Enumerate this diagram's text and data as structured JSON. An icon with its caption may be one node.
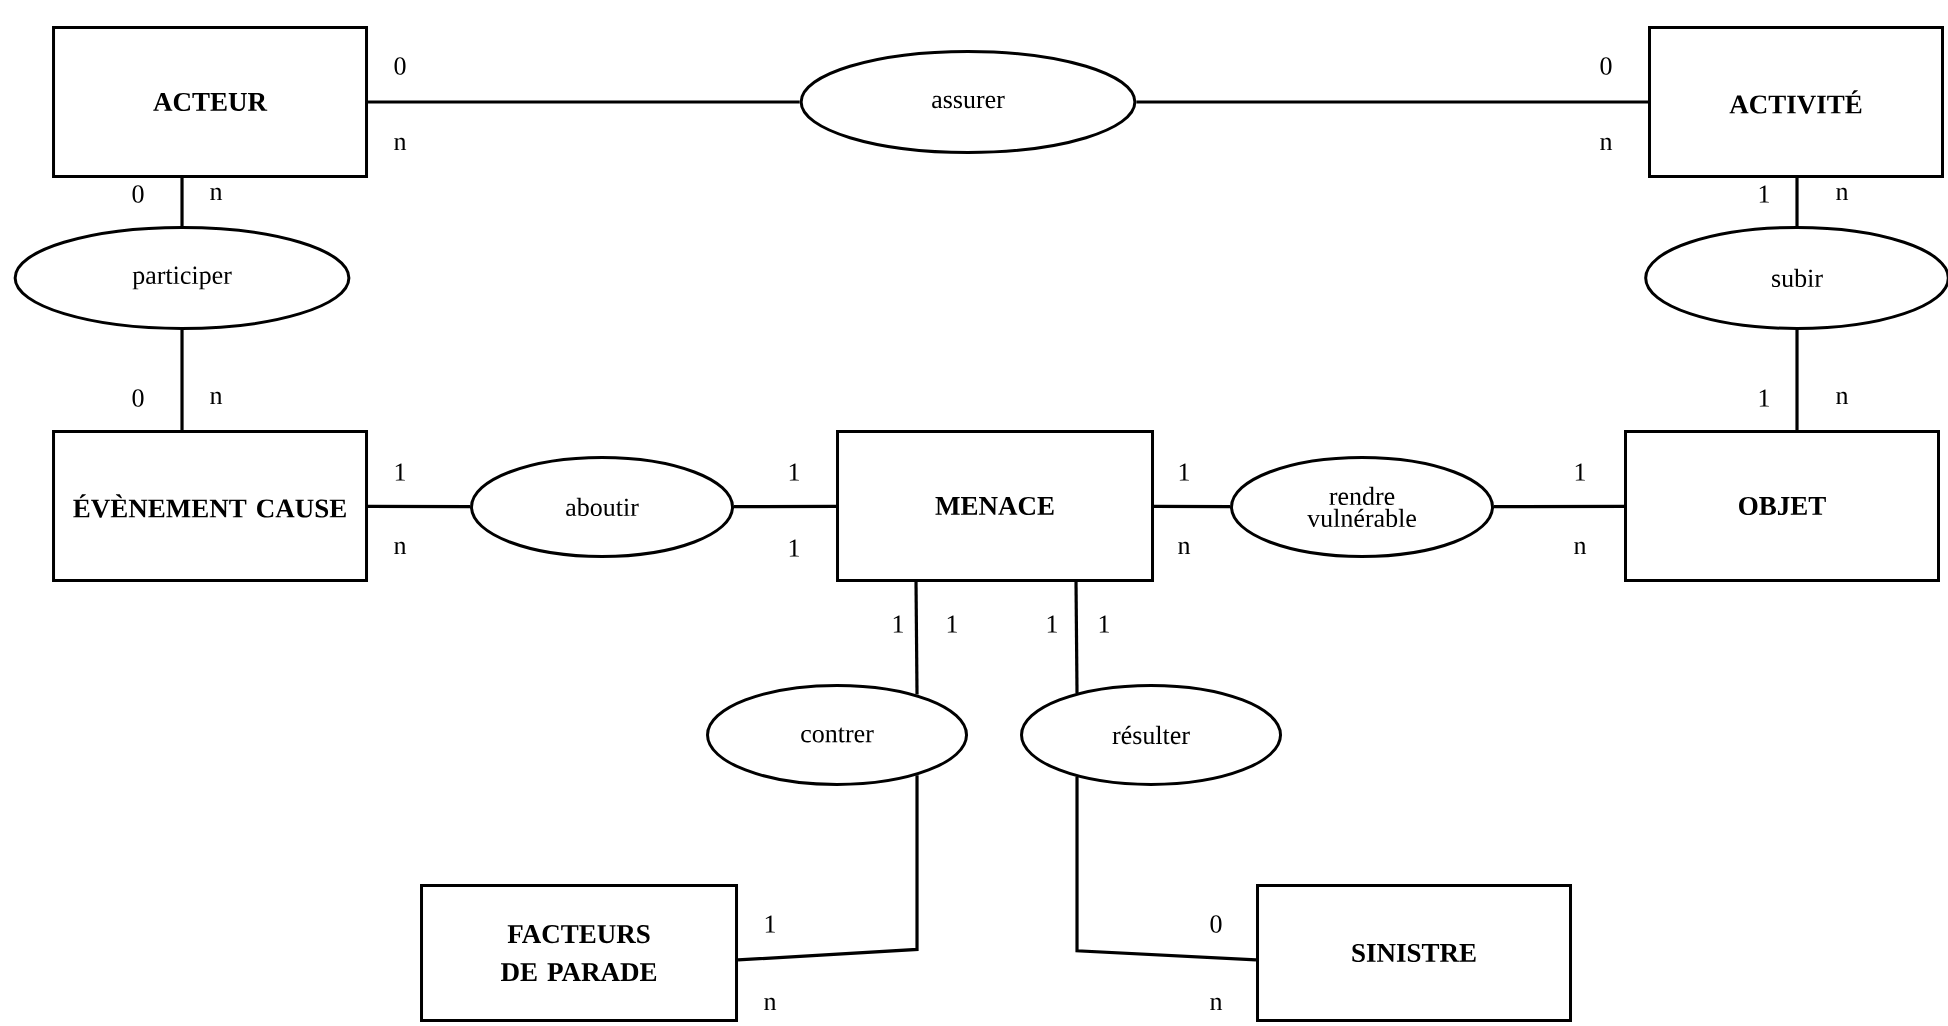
{
  "diagram": {
    "nodes": [
      {
        "text": [
          "ACTEUR"
        ]
      },
      {
        "text": [
          "assurer"
        ]
      },
      {
        "text": [
          "ACTIVITÉ"
        ]
      },
      {
        "text": [
          "participer"
        ]
      },
      {
        "text": [
          "subir"
        ]
      },
      {
        "text": [
          "ÉVÈNEMENT CAUSE"
        ]
      },
      {
        "text": [
          "aboutir"
        ]
      },
      {
        "text": [
          "MENACE"
        ]
      },
      {
        "text": [
          "rendre vulnérable"
        ]
      },
      {
        "text": [
          "OBJET"
        ]
      },
      {
        "text": [
          "contrer"
        ]
      },
      {
        "text": [
          "résulter"
        ]
      },
      {
        "text": [
          "FACTEURS DE PARADE"
        ]
      },
      {
        "text": [
          "SINISTRE"
        ]
      }
    ],
    "edges": [
      {
        "from": 0,
        "to": 1,
        "arrow": "none"
      },
      {
        "from": 1,
        "to": 2,
        "arrow": "none"
      },
      {
        "from": 0,
        "to": 3,
        "arrow": "none"
      },
      {
        "from": 3,
        "to": 5,
        "arrow": "none"
      },
      {
        "from": 2,
        "to": 4,
        "arrow": "none"
      },
      {
        "from": 4,
        "to": 9,
        "arrow": "none"
      },
      {
        "from": 5,
        "to": 6,
        "arrow": "none"
      },
      {
        "from": 6,
        "to": 7,
        "arrow": "none"
      },
      {
        "from": 7,
        "to": 8,
        "arrow": "none"
      },
      {
        "from": 8,
        "to": 9,
        "arrow": "none"
      },
      {
        "from": 7,
        "to": 10,
        "arrow": "none"
      },
      {
        "from": 10,
        "to": 12,
        "arrow": "none"
      },
      {
        "from": 7,
        "to": 11,
        "arrow": "none"
      },
      {
        "from": 11,
        "to": 13,
        "arrow": "none"
      }
    ],
    "labels": [
      "0",
      "0",
      "n",
      "n",
      "0",
      "n",
      "1",
      "n",
      "0",
      "n",
      "1",
      "n",
      "1",
      "1",
      "1",
      "1",
      "n",
      "1",
      "n",
      "n",
      "1",
      "1",
      "1",
      "1",
      "1",
      "0",
      "n",
      "n"
    ]
  }
}
